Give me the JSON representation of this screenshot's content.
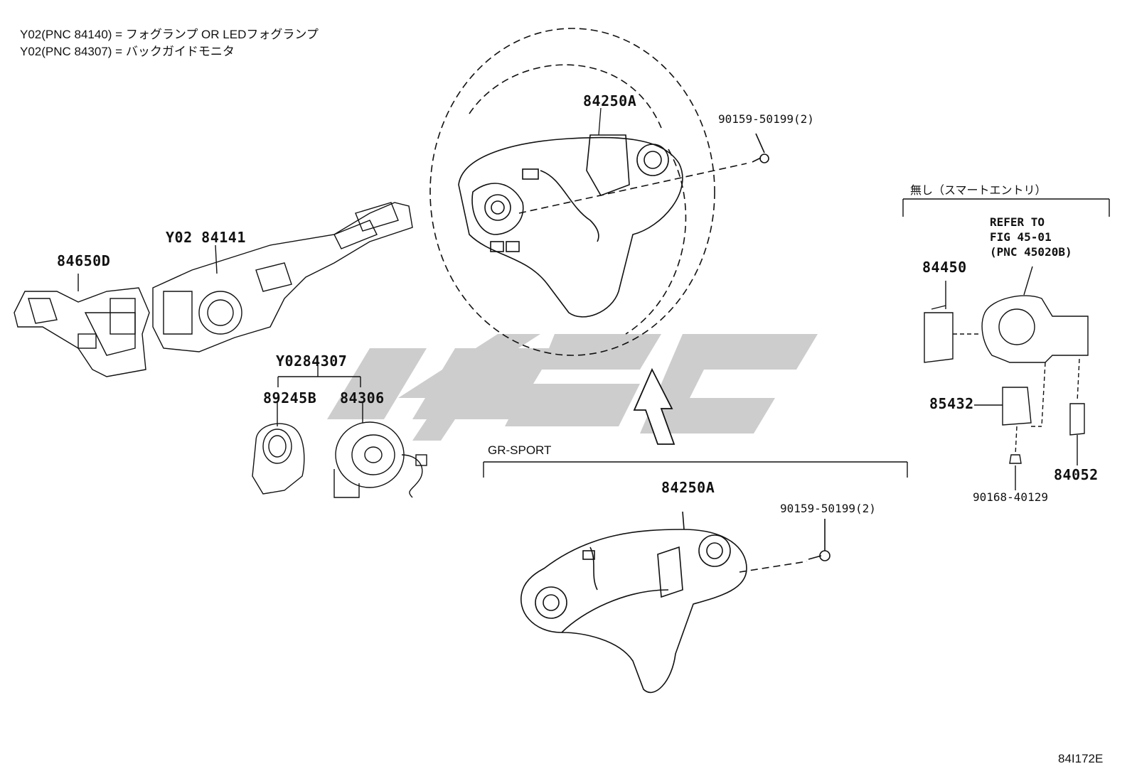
{
  "legend": {
    "line1": "Y02(PNC 84140) = フォグランプ OR LEDフォグランプ",
    "line2": "Y02(PNC 84307) = バックガイドモニタ"
  },
  "parts": {
    "p84650D": "84650D",
    "y02_84140": "Y02 84141",
    "y02_84307": "Y0284307",
    "p89245B": "89245B",
    "p84306": "84306",
    "p84250A_top": "84250A",
    "bolt_top": "90159-50199(2)",
    "p84250A_bottom": "84250A",
    "bolt_bottom": "90159-50199(2)",
    "p84450": "84450",
    "p85432": "85432",
    "p84052": "84052",
    "bolt_right": "90168-40129"
  },
  "groups": {
    "gr_sport": "GR-SPORT",
    "smart_entry": "無し（スマートエントリ）"
  },
  "refer": {
    "line1": "REFER TO",
    "line2": "FIG 45-01",
    "line3": "(PNC 45020B)"
  },
  "figure_code": "84I172E"
}
